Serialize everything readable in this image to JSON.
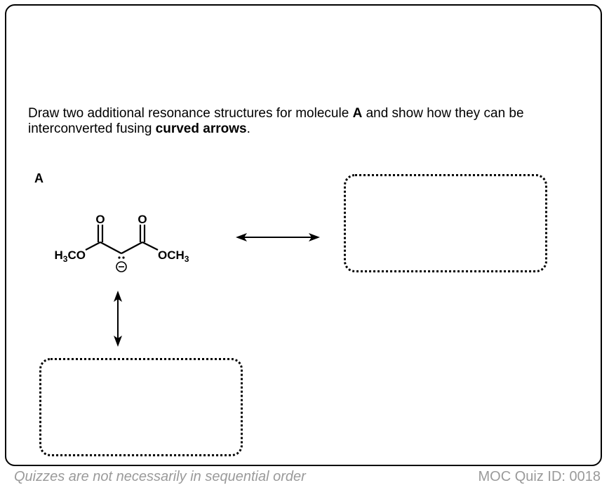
{
  "question": {
    "part1": "Draw two additional resonance structures for molecule ",
    "bold1": "A",
    "part2": " and show how they can be interconverted fusing ",
    "bold2": "curved arrows",
    "part3": "."
  },
  "molecule_label": "A",
  "molecule": {
    "left_group": "H3CO",
    "right_group": "OCH3",
    "oxygen": "O"
  },
  "footer": {
    "left": "Quizzes are not necessarily in sequential order",
    "right": "MOC Quiz ID: 0018"
  }
}
